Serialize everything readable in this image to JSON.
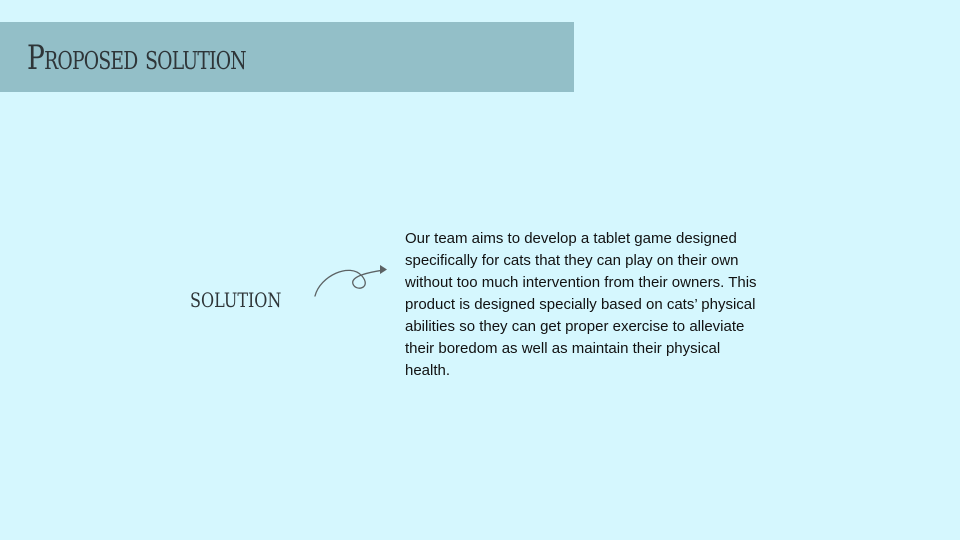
{
  "slide": {
    "title": "Proposed solution",
    "side_label": "solution",
    "body": "Our team aims to develop a tablet game designed specifically for cats that they can play on their own without too much intervention from their owners. This product is designed specially based on cats’ physical abilities so they can get proper exercise to alleviate their boredom as well as maintain their physical health."
  },
  "colors": {
    "background": "#d5f7fe",
    "title_bar": "#93bfc8",
    "heading_text": "#2e3538",
    "arrow": "#5c6264"
  },
  "icons": {
    "arrow": "curly-arrow-icon"
  }
}
